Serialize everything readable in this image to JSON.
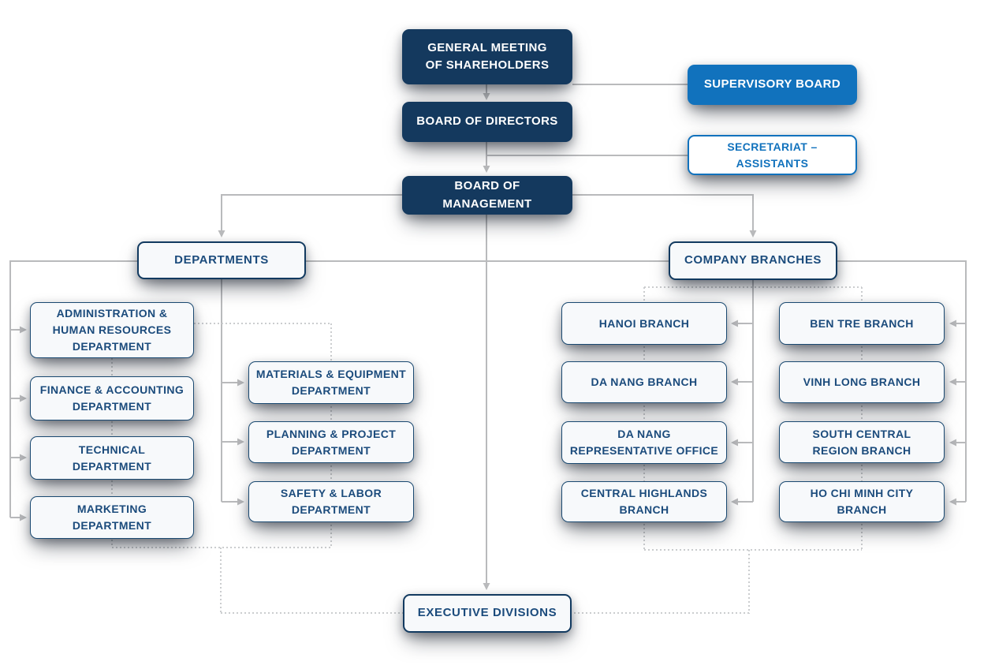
{
  "diagram": {
    "type": "org-chart"
  },
  "nodes": {
    "general_meeting": {
      "label": "GENERAL MEETING\nOF SHAREHOLDERS"
    },
    "supervisory_board": {
      "label": "SUPERVISORY BOARD"
    },
    "board_of_directors": {
      "label": "BOARD OF DIRECTORS"
    },
    "secretariat": {
      "label": "SECRETARIAT – ASSISTANTS"
    },
    "board_of_management": {
      "label": "BOARD OF MANAGEMENT"
    },
    "departments": {
      "label": "DEPARTMENTS"
    },
    "company_branches": {
      "label": "COMPANY BRANCHES"
    },
    "admin_hr": {
      "label": "ADMINISTRATION &\nHUMAN RESOURCES\nDEPARTMENT"
    },
    "finance_accounting": {
      "label": "FINANCE & ACCOUNTING\nDEPARTMENT"
    },
    "technical": {
      "label": "TECHNICAL\nDEPARTMENT"
    },
    "marketing": {
      "label": "MARKETING\nDEPARTMENT"
    },
    "materials_equipment": {
      "label": "MATERIALS & EQUIPMENT\nDEPARTMENT"
    },
    "planning_project": {
      "label": "PLANNING & PROJECT\nDEPARTMENT"
    },
    "safety_labor": {
      "label": "SAFETY & LABOR\nDEPARTMENT"
    },
    "hanoi": {
      "label": "HANOI BRANCH"
    },
    "da_nang": {
      "label": "DA NANG BRANCH"
    },
    "da_nang_rep": {
      "label": "DA NANG\nREPRESENTATIVE OFFICE"
    },
    "central_highlands": {
      "label": "CENTRAL HIGHLANDS\nBRANCH"
    },
    "ben_tre": {
      "label": "BEN TRE BRANCH"
    },
    "vinh_long": {
      "label": "VINH LONG BRANCH"
    },
    "south_central": {
      "label": "SOUTH CENTRAL\nREGION BRANCH"
    },
    "ho_chi_minh": {
      "label": "HO CHI MINH CITY\nBRANCH"
    },
    "executive_divisions": {
      "label": "EXECUTIVE DIVISIONS"
    }
  },
  "colors": {
    "navy": "#14395E",
    "blue": "#1172BD",
    "box_bg": "#F7F9FB",
    "border_navy": "#123A60",
    "border_light": "#1A4971",
    "text_navy": "#1B4B7C",
    "line_solid": "#B9BABC",
    "line_dotted": "#CBCDCF"
  }
}
